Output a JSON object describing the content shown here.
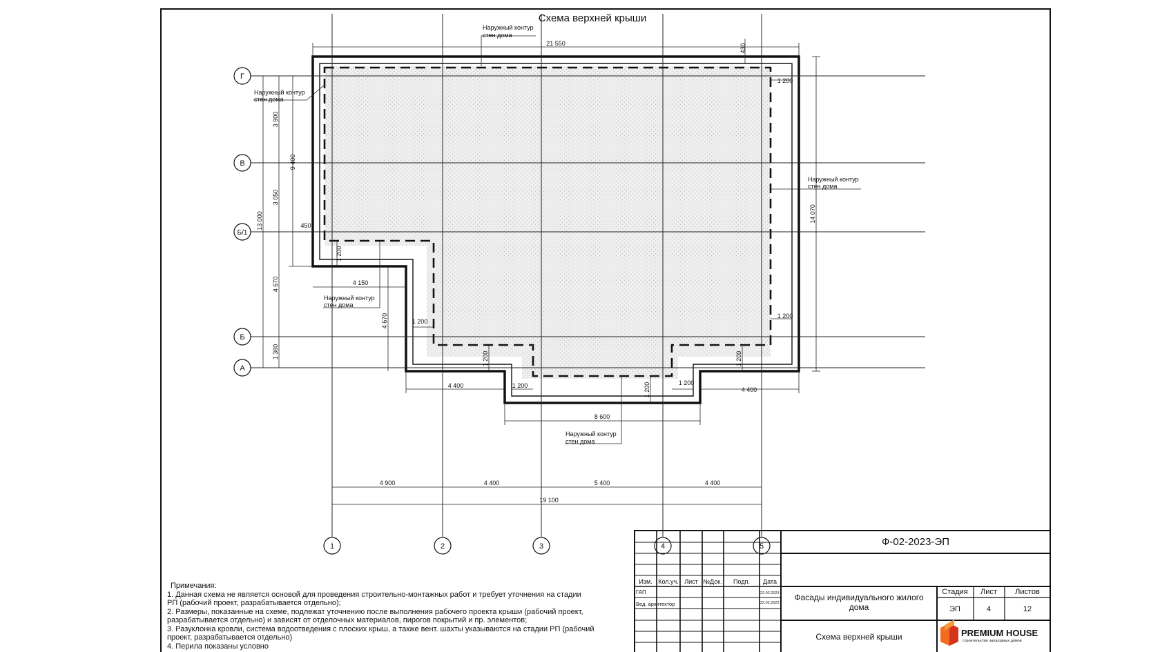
{
  "title": "Схема верхней крыши",
  "annotations": {
    "outer_contour": "Наружный контур",
    "outer_contour_2": "стен дома"
  },
  "axes": {
    "grid_letters": [
      "Г",
      "В",
      "Б/1",
      "Б",
      "А"
    ],
    "grid_numbers": [
      "1",
      "2",
      "3",
      "4",
      "5"
    ]
  },
  "dimensions": {
    "top": "21 550",
    "top_offset": "430",
    "left_a": "3 900",
    "left_b": "3 050",
    "left_c": "4 670",
    "left_d": "1 380",
    "left_total": "13 000",
    "left_mid": "9 400",
    "left_step": "450",
    "left_step_v": "1 200",
    "step_w": "4 150",
    "step_h": "4 670",
    "step_1200": "1 200",
    "right_top": "1 200",
    "right_total": "14 070",
    "right_bottom": "1 200",
    "bot_left": "4 400",
    "bot_1200_a": "1 200",
    "bot_1200_b": "1 200",
    "bot_1200_c": "1 200",
    "bot_1200_d": "1 200",
    "bot_1200_e": "1 200",
    "bot_right": "4 400",
    "bot_center": "8 600",
    "axis_spacing": [
      "4 900",
      "4 400",
      "5 400",
      "4 400"
    ],
    "axis_total": "19 100"
  },
  "notes": {
    "heading": "Примечания:",
    "items": [
      "1.  Данная схема не является основой для проведения строительно-монтажных работ и требует уточнения на стадии",
      "     РП (рабочий проект, разрабатывается отдельно);",
      "2. Размеры, показанные на схеме, подлежат уточнению после выполнения рабочего проекта крыши (рабочий проект,",
      "     разрабатывается отдельно) и зависят от отделочных материалов, пирогов покрытий и пр. элементов;",
      "3. Разуклонка кровли, система водоотведения с плоских крыш, а также вент. шахты указываются на стадии РП (рабочий",
      "     проект, разрабатывается отдельно)",
      "4. Перила показаны условно"
    ]
  },
  "title_block": {
    "code": "Ф-02-2023-ЭП",
    "col_headers": [
      "Изм.",
      "Кол.уч.",
      "Лист",
      "№Док.",
      "Подп.",
      "Дата"
    ],
    "row1_role": "ГАП",
    "row2_role": "Вед. архитектор",
    "date1": "22.02.2023",
    "date2": "22.02.2023",
    "project_line1": "Фасады индивидуального жилого",
    "project_line2": "дома",
    "sheet_title": "Схема верхней крыши",
    "stage_label": "Стадия",
    "sheet_label": "Лист",
    "sheets_label": "Листов",
    "stage_value": "ЭП",
    "sheet_value": "4",
    "sheets_value": "12",
    "company": "PREMIUM HOUSE",
    "company_tagline": "строительство загородных домов"
  },
  "colors": {
    "line": "#111111",
    "hatch": "#d6d6d6",
    "logo_orange": "#f26b21",
    "logo_red": "#d4351c"
  }
}
